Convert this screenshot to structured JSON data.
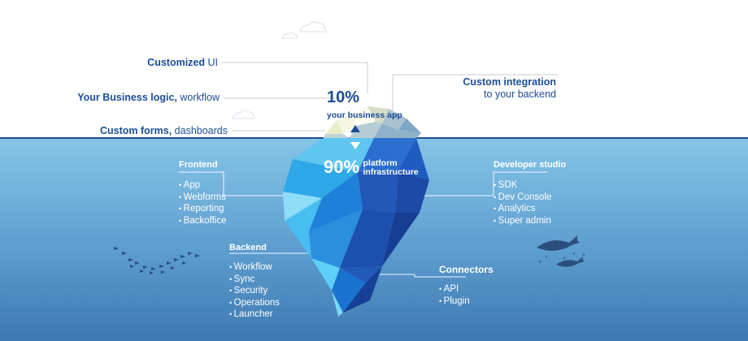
{
  "above_labels": [
    {
      "bold": "Customized",
      "rest": " UI"
    },
    {
      "bold": "Your Business logic,",
      "rest": " workflow"
    },
    {
      "bold": "Custom forms,",
      "rest": " dashboards"
    }
  ],
  "custom_integration": {
    "title": "Custom integration",
    "sub": "to your backend"
  },
  "tip": {
    "percent": "10%",
    "text": "your business app"
  },
  "base": {
    "percent": "90%",
    "line1": "platform",
    "line2": "infrastructure"
  },
  "frontend": {
    "title": "Frontend",
    "items": [
      "App",
      "Webforms",
      "Reporting",
      "Backoffice"
    ]
  },
  "developer_studio": {
    "title": "Developer studio",
    "items": [
      "SDK",
      "Dev Console",
      "Analytics",
      "Super admin"
    ]
  },
  "backend": {
    "title": "Backend",
    "items": [
      "Workflow",
      "Sync",
      "Security",
      "Operations",
      "Launcher"
    ]
  },
  "connectors": {
    "title": "Connectors",
    "items": [
      "API",
      "Plugin"
    ]
  },
  "colors": {
    "label_blue": "#1c4d96",
    "water_top": "#86c5e6",
    "water_bottom": "#3e79b0",
    "waterline": "#1e4e92"
  }
}
